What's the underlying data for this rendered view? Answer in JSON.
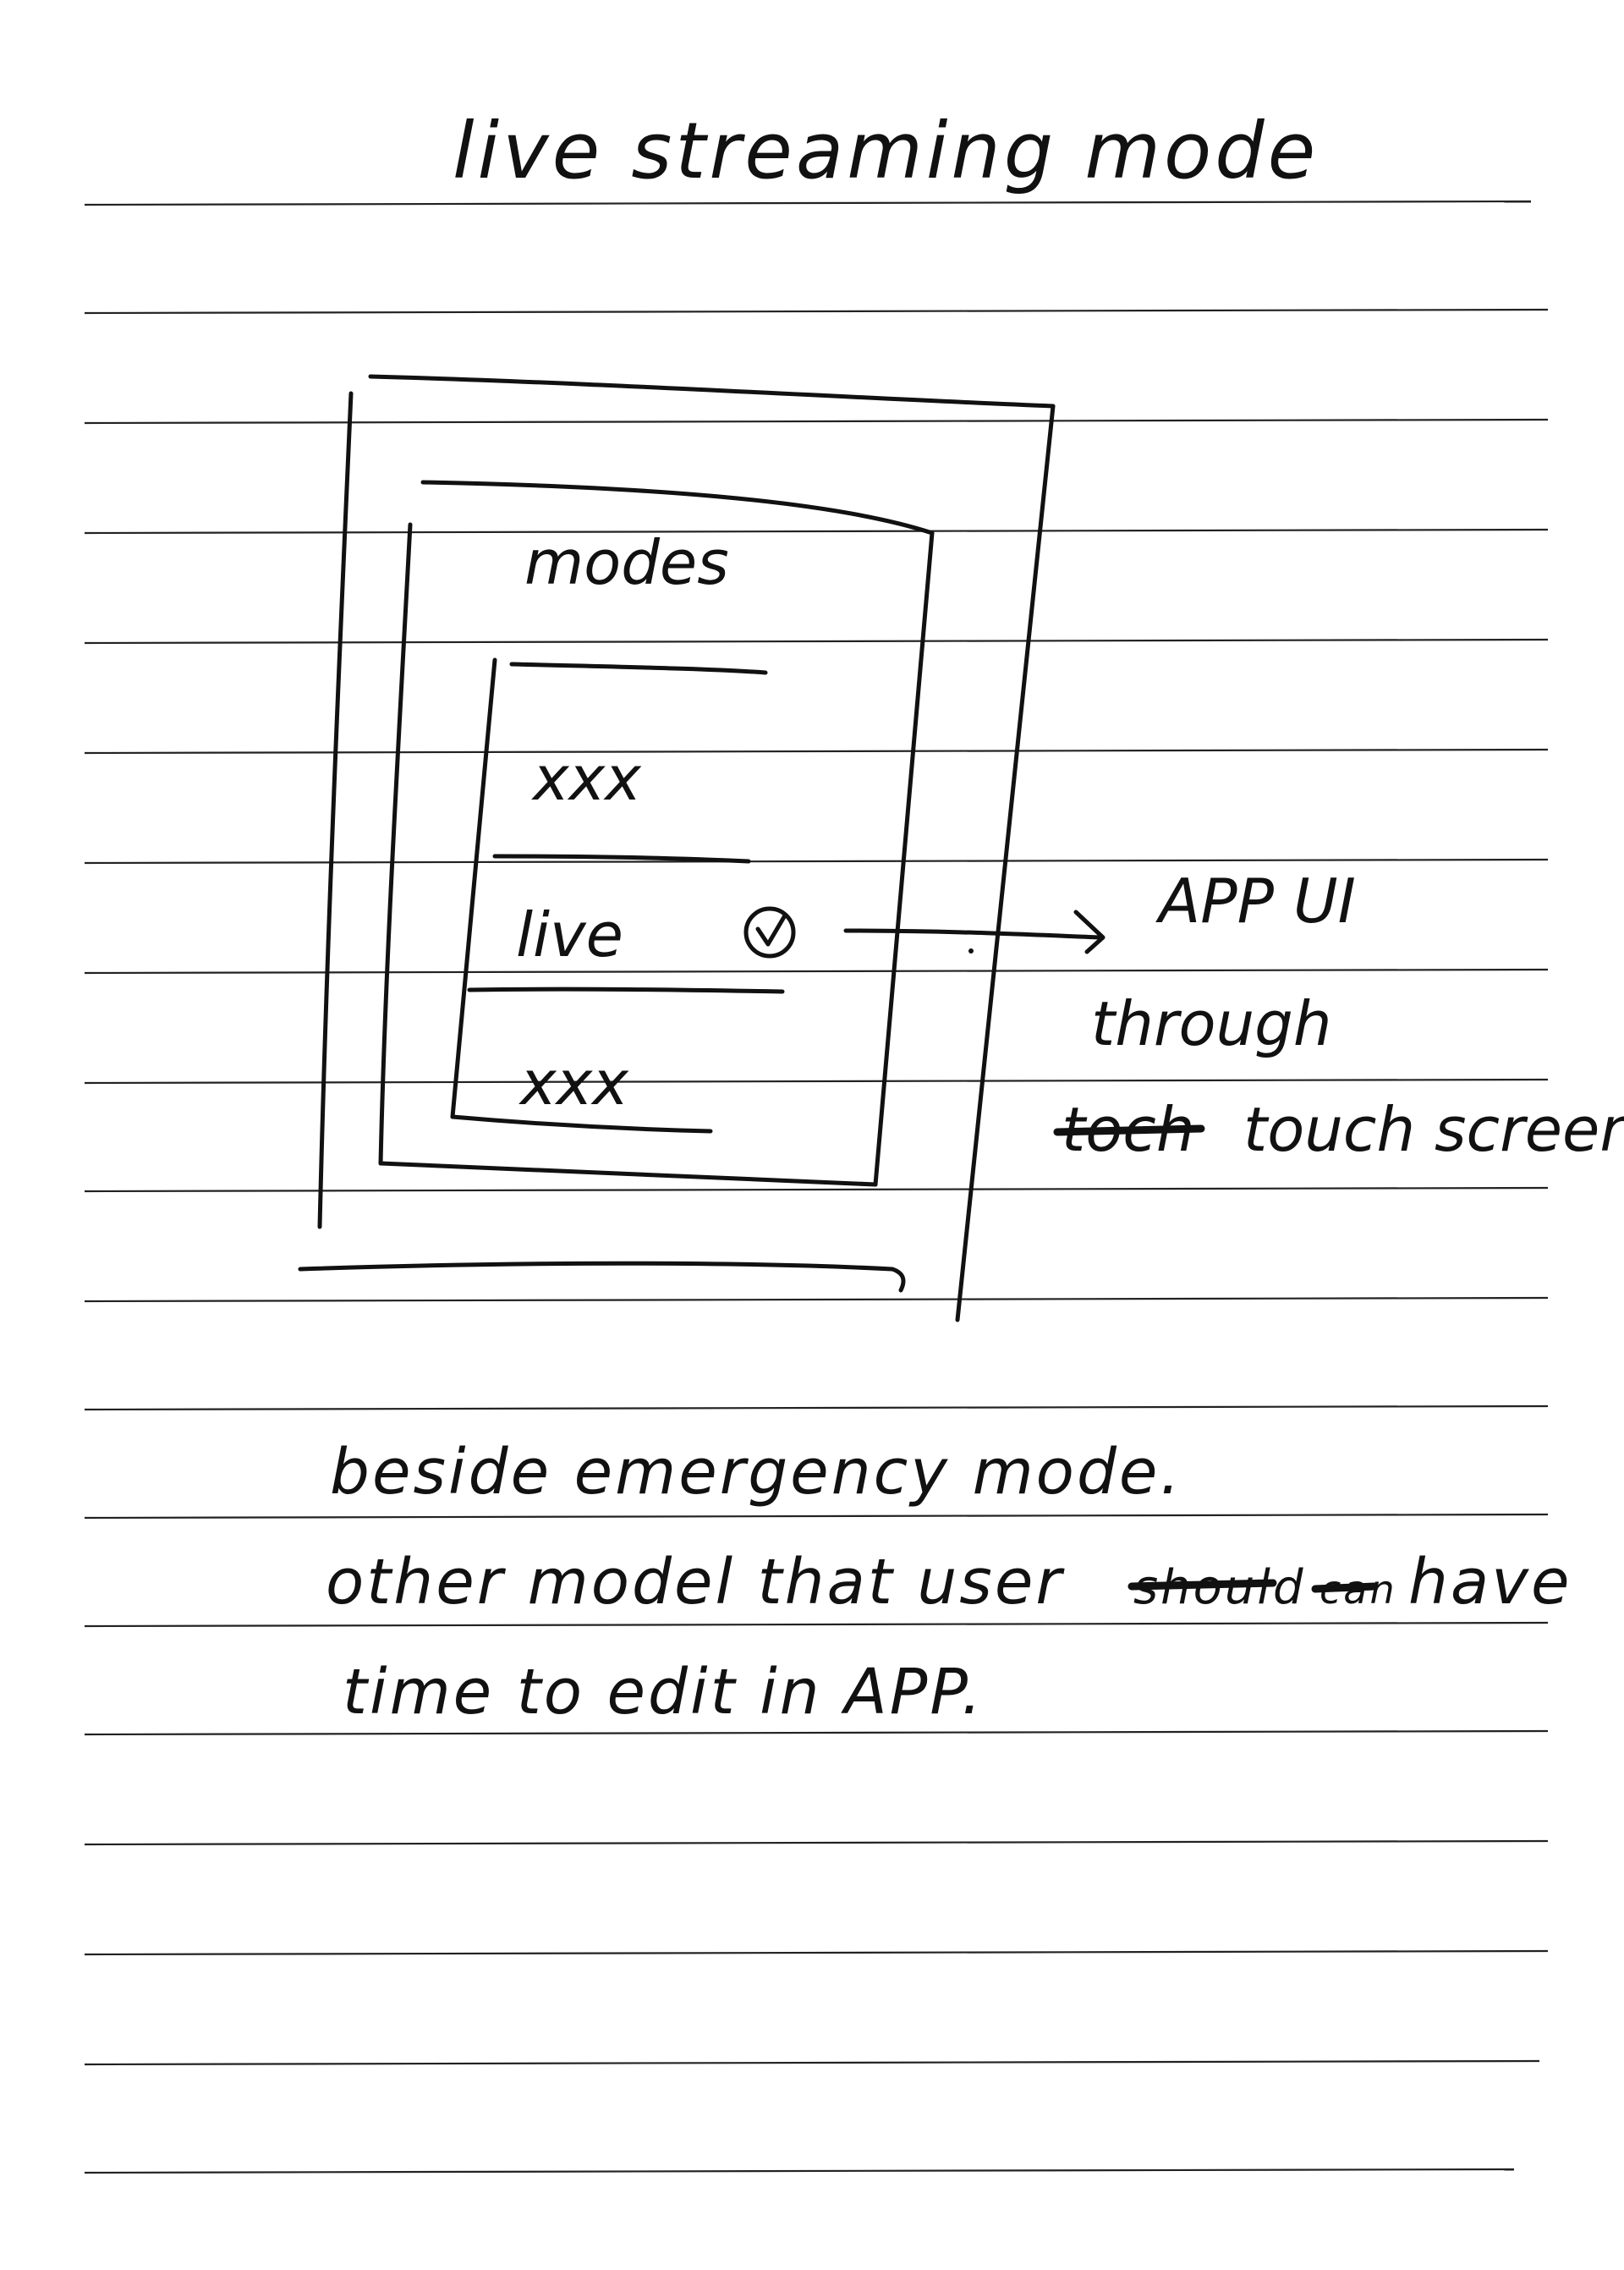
{
  "page": {
    "title": "live streaming mode"
  },
  "sketch": {
    "screen_heading": "modes",
    "menu_items": [
      {
        "label": "xxx",
        "selected": false
      },
      {
        "label": "live",
        "selected": true
      },
      {
        "label": "xxx",
        "selected": false
      }
    ],
    "selected_icon": "check-circle-icon",
    "arrow_icon": "arrow-right-icon"
  },
  "annotation": {
    "line1": "APP UI",
    "line2": "through",
    "line3_struck": "toch",
    "line3": "touch screen"
  },
  "notes": {
    "line1": "beside emergency mode.",
    "line2_a": "other model that user",
    "line2_struck_1": "should",
    "line2_struck_2": "can",
    "line2_b": "have",
    "line3": "time to edit in APP."
  }
}
